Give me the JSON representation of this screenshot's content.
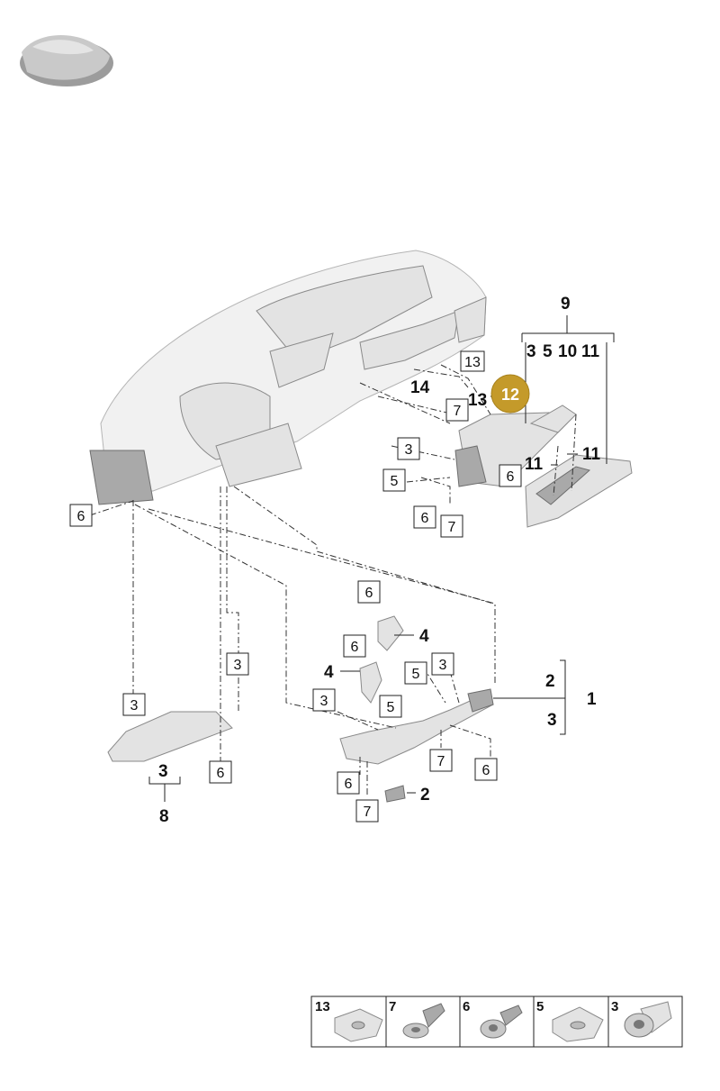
{
  "diagram": {
    "highlight": {
      "label": "12",
      "color": "#c49a2a"
    },
    "labels": {
      "l9": "9",
      "l3a": "3",
      "l5a": "5",
      "l10": "10",
      "l11a": "11",
      "l14": "14",
      "l13a": "13",
      "l11b": "11",
      "l11c": "11",
      "l4a": "4",
      "l4b": "4",
      "l2a": "2",
      "l3b": "3",
      "l1": "1",
      "l2b": "2",
      "l3c": "3",
      "l8": "8"
    },
    "boxes": {
      "b13": "13",
      "b7a": "7",
      "b3a": "3",
      "b5a": "5",
      "b6a": "6",
      "b6b": "6",
      "b7b": "7",
      "b6c": "6",
      "b6d": "6",
      "b6e": "6",
      "b3b": "3",
      "b3c": "3",
      "b5b": "5",
      "b3d": "3",
      "b5c": "5",
      "b3e": "3",
      "b6f": "6",
      "b7c": "7",
      "b6g": "6",
      "b6h": "6",
      "b7d": "7"
    },
    "legend": [
      "13",
      "7",
      "6",
      "5",
      "3"
    ]
  }
}
